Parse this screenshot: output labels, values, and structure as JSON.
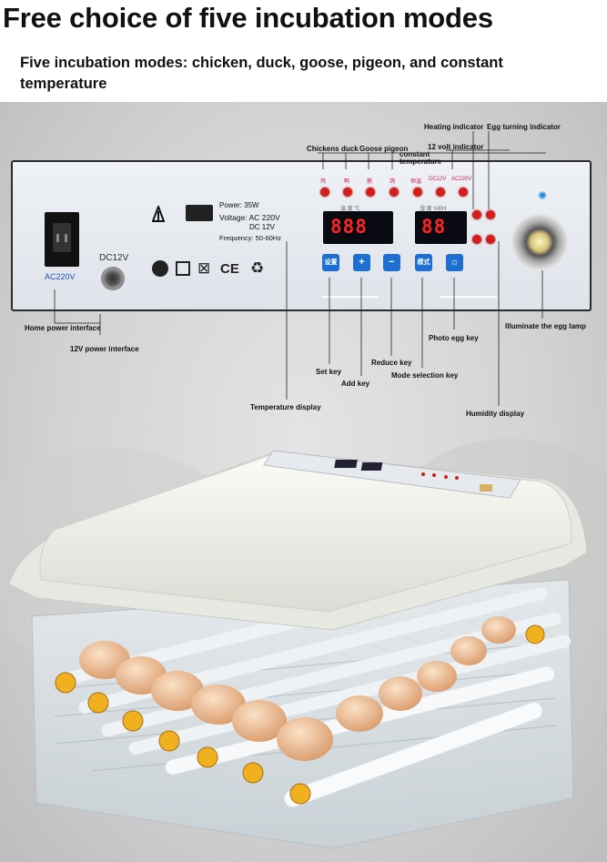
{
  "header": {
    "title": "Free choice of five incubation modes",
    "subtitle": "Five incubation modes: chicken, duck, goose, pigeon, and constant temperature"
  },
  "panel": {
    "spec_power": "Power: 35W",
    "spec_voltage": "Voltage: AC 220V",
    "spec_dc": "DC 12V",
    "spec_frequency": "Frequency: 50-60Hz",
    "ac_label": "AC220V",
    "dc_label": "DC12V",
    "temp_digits": "888",
    "hum_digits": "88",
    "keys": [
      "设置",
      "+",
      "−",
      "模式",
      "☼"
    ],
    "mode_labels": [
      "鸡",
      "鸭",
      "鹅",
      "鸽",
      "恒温",
      "DC12V",
      "AC220V"
    ]
  },
  "callouts": {
    "chickens": "Chickens",
    "duck": "duck",
    "goose_pigeon": "Goose pigeon",
    "constant_temperature": "constant temperature",
    "heating_indicator": "Heating indicator",
    "egg_turning_indicator": "Egg turning indicator",
    "volt_indicator": "12 volt indicator",
    "home_power": "Home power interface",
    "power_12v": "12V power interface",
    "set_key": "Set key",
    "add_key": "Add key",
    "reduce_key": "Reduce key",
    "mode_key": "Mode selection key",
    "photo_key": "Photo egg key",
    "temp_display": "Temperature display",
    "humidity_display": "Humidity display",
    "egg_lamp": "Illuminate the egg lamp"
  },
  "colors": {
    "led_red": "#d41d1d",
    "key_blue": "#1d6fd1",
    "roller_yellow": "#f0b020",
    "lid_white": "#f3f3ee"
  }
}
